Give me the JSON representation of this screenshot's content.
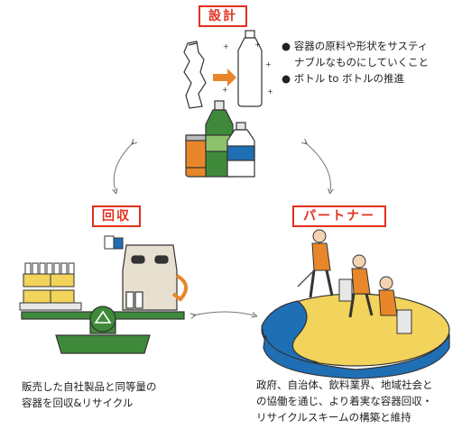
{
  "design": {
    "label": "設計",
    "bullets": [
      "容器の原料や形状をサスティ",
      "ナブルなものにしていくこと",
      "ボトル to ボトルの推進"
    ]
  },
  "recycle": {
    "label": "回収",
    "desc_lines": [
      "販売した自社製品と同等量の",
      "容器を回収&リサイクル"
    ]
  },
  "partner": {
    "label": "パートナー",
    "desc_lines": [
      "政府、自治体、飲料業界、地域社会と",
      "の協働を通じ、より着実な容器回収・",
      "リサイクルスキームの構築と維持"
    ]
  },
  "colors": {
    "accent": "#e0301e",
    "orange": "#e8872a",
    "green": "#3f8a3a",
    "yellow": "#f2d35b",
    "blue": "#1f6fb5"
  }
}
